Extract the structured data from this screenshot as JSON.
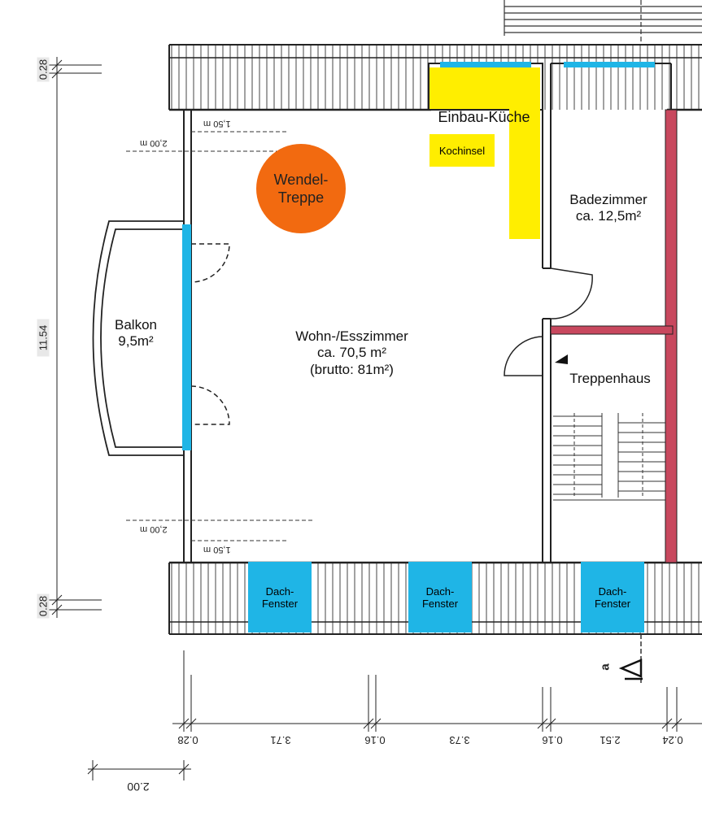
{
  "rooms": {
    "kitchen": "Einbau-Küche",
    "island": "Kochinsel",
    "stair_spiral": {
      "line1": "Wendel-",
      "line2": "Treppe"
    },
    "bathroom": {
      "name": "Badezimmer",
      "area": "ca. 12,5m²"
    },
    "balcony": {
      "name": "Balkon",
      "area": "9,5m²"
    },
    "living": {
      "name": "Wohn-/Esszimmer",
      "area": "ca. 70,5 m²",
      "gross": "(brutto: 81m²)"
    },
    "stairwell": "Treppenhaus",
    "skylights": [
      {
        "line1": "Dach-",
        "line2": "Fenster"
      },
      {
        "line1": "Dach-",
        "line2": "Fenster"
      },
      {
        "line1": "Dach-",
        "line2": "Fenster"
      }
    ]
  },
  "dimensions": {
    "top_wall": "0.28",
    "bottom_wall": "0.28",
    "height_total": "11.54",
    "bottom_row": [
      "0.28",
      "3.71",
      "0.16",
      "3.73",
      "0.16",
      "2.51",
      "0.24"
    ],
    "overhang": "2.00",
    "slope_top_inner": "1,50 m",
    "slope_top_outer": "2,00 m",
    "slope_bottom_inner": "1,50 m",
    "slope_bottom_outer": "2,00 m"
  },
  "section_marker": "a",
  "colors": {
    "window_blue": "#1fb5e6",
    "kitchen_yellow": "#ffee00",
    "stair_orange": "#f26a10",
    "wall_red": "#c8485e",
    "wall_black": "#222222"
  }
}
